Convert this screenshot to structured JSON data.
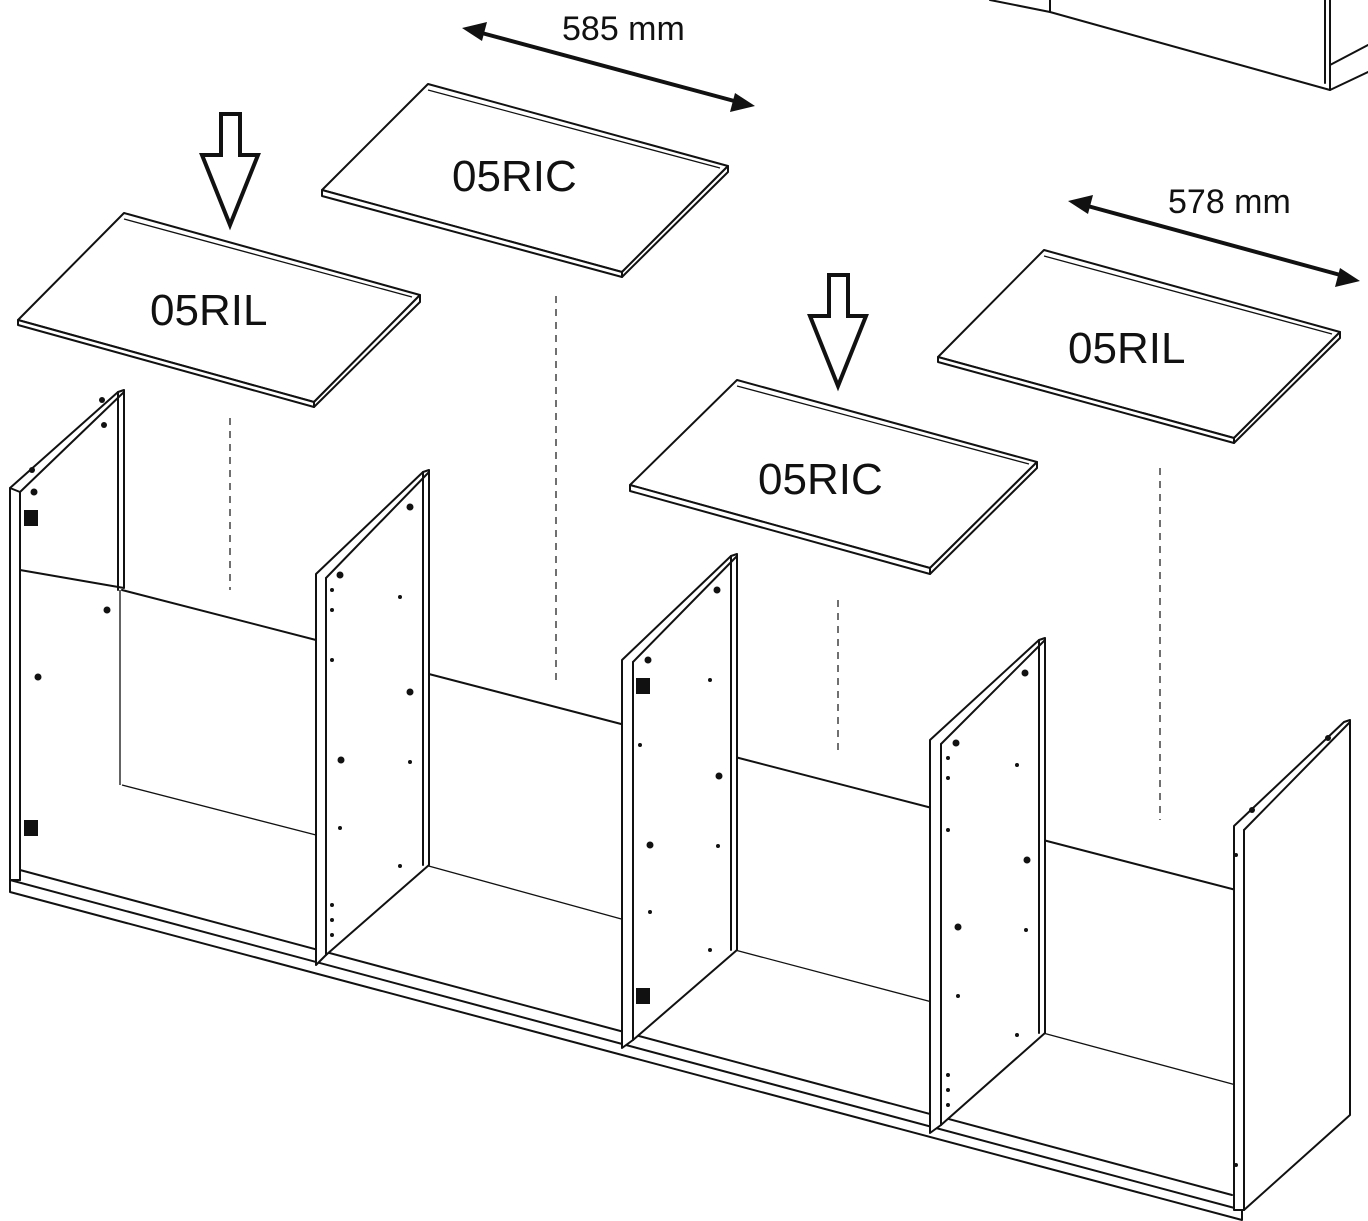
{
  "shelves": [
    {
      "label": "05RIL"
    },
    {
      "label": "05RIC"
    },
    {
      "label": "05RIC"
    },
    {
      "label": "05RIL"
    }
  ],
  "dimensions": {
    "left": "585 mm",
    "right": "578 mm"
  }
}
